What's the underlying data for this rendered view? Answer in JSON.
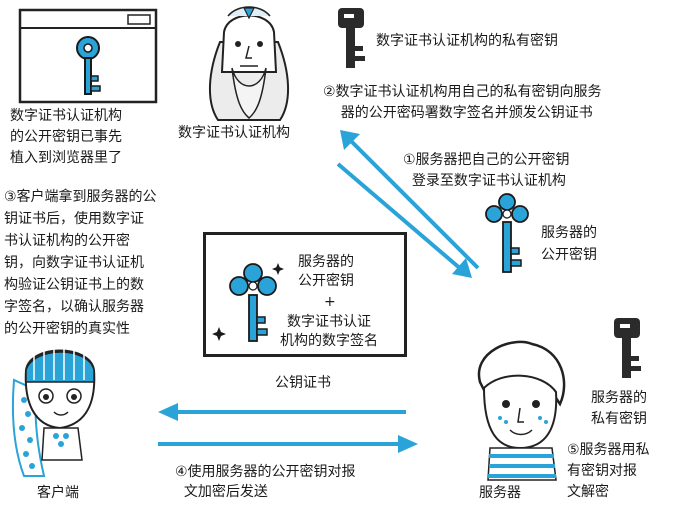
{
  "browser_key_note": "数字证书认证机构\n的公开密钥已事先\n植入到浏览器里了",
  "ca_label": "数字证书认证机构",
  "ca_private_key_label": "数字证书认证机构的私有密钥",
  "step2": "②数字证书认证机构用自己的私有密钥向服务\n    器的公开密码署数字签名并颁发公钥证书",
  "step1": "①服务器把自己的公开密钥\n  登录至数字证书认证机构",
  "server_public_key_label": "服务器的\n公开密钥",
  "step3": "③客户端拿到服务器的公\n钥证书后，使用数字证\n书认证机构的公开密\n钥，向数字证书认证机\n构验证公钥证书上的数\n字签名，以确认服务器\n的公开密钥的真实性",
  "certificate": {
    "line1": "服务器的\n公开密钥",
    "plus": "+",
    "line2": "数字证书认证\n机构的数字签名",
    "caption": "公钥证书"
  },
  "server_private_key_label": "服务器的\n私有密钥",
  "step5": "⑤服务器用私\n有密钥对报\n文解密",
  "step4": "④使用服务器的公开密钥对报\n  文加密后发送",
  "client_label": "客户端",
  "server_label": "服务器",
  "colors": {
    "blue": "#2aa3d8",
    "ink": "#1a1a1a",
    "dark_key": "#2b2b2b"
  }
}
